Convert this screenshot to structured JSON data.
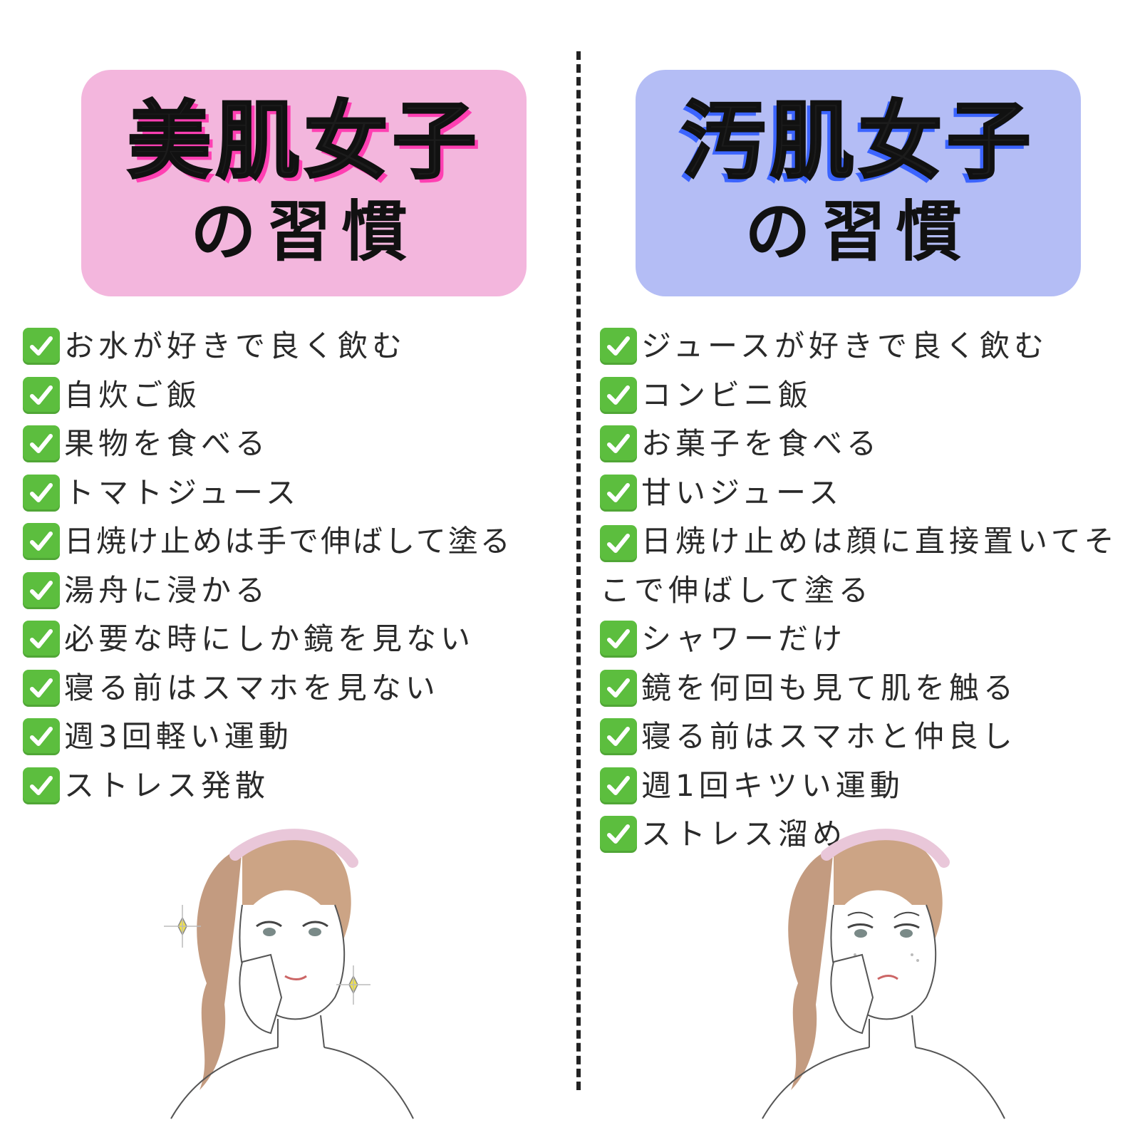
{
  "colors": {
    "left_box": "#f3b6dd",
    "right_box": "#b4bdf5",
    "left_shadow": "#ff3fb2",
    "right_shadow": "#3b64ff",
    "check": "#5cbe3e"
  },
  "left": {
    "title": "美肌女子",
    "subtitle": "の習慣",
    "items": [
      "お水が好きで良く飲む",
      "自炊ご飯",
      "果物を食べる",
      "トマトジュース",
      "日焼け止めは手で伸ばして塗る",
      "湯舟に浸かる",
      "必要な時にしか鏡を見ない",
      "寝る前はスマホを見ない",
      "週3回軽い運動",
      "ストレス発散"
    ]
  },
  "right": {
    "title": "汚肌女子",
    "subtitle": "の習慣",
    "items": [
      "ジュースが好きで良く飲む",
      "コンビニ飯",
      "お菓子を食べる",
      "甘いジュース",
      "日焼け止めは顔に直接置いてそこで伸ばして塗る",
      "シャワーだけ",
      "鏡を何回も見て肌を触る",
      "寝る前はスマホと仲良し",
      "週1回キツい運動",
      "ストレス溜め"
    ]
  }
}
